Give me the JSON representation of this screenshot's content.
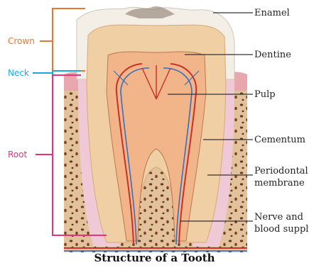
{
  "title": "Structure of a Tooth",
  "regions": {
    "crown": {
      "label": "Crown",
      "color": "#e8772e"
    },
    "neck": {
      "label": "Neck",
      "color": "#1aa9de"
    },
    "root": {
      "label": "Root",
      "color": "#e2337f"
    }
  },
  "labels": {
    "enamel": "Enamel",
    "dentine": "Dentine",
    "pulp": "Pulp",
    "cementum": "Cementum",
    "periodontal_1": "Periodontal",
    "periodontal_2": "membrane",
    "nerve_1": "Nerve and",
    "nerve_2": "blood supply"
  },
  "colors": {
    "enamel": "#f3efe6",
    "dentine": "#f0cfa5",
    "pulp": "#f2b58a",
    "bone": "#e2c29b",
    "bone_spots": "#6b3a22",
    "gum": "#e8a7ac",
    "membrane": "#f0c9d6",
    "nerve_red": "#c8302a",
    "nerve_blue": "#3a6fb8"
  }
}
